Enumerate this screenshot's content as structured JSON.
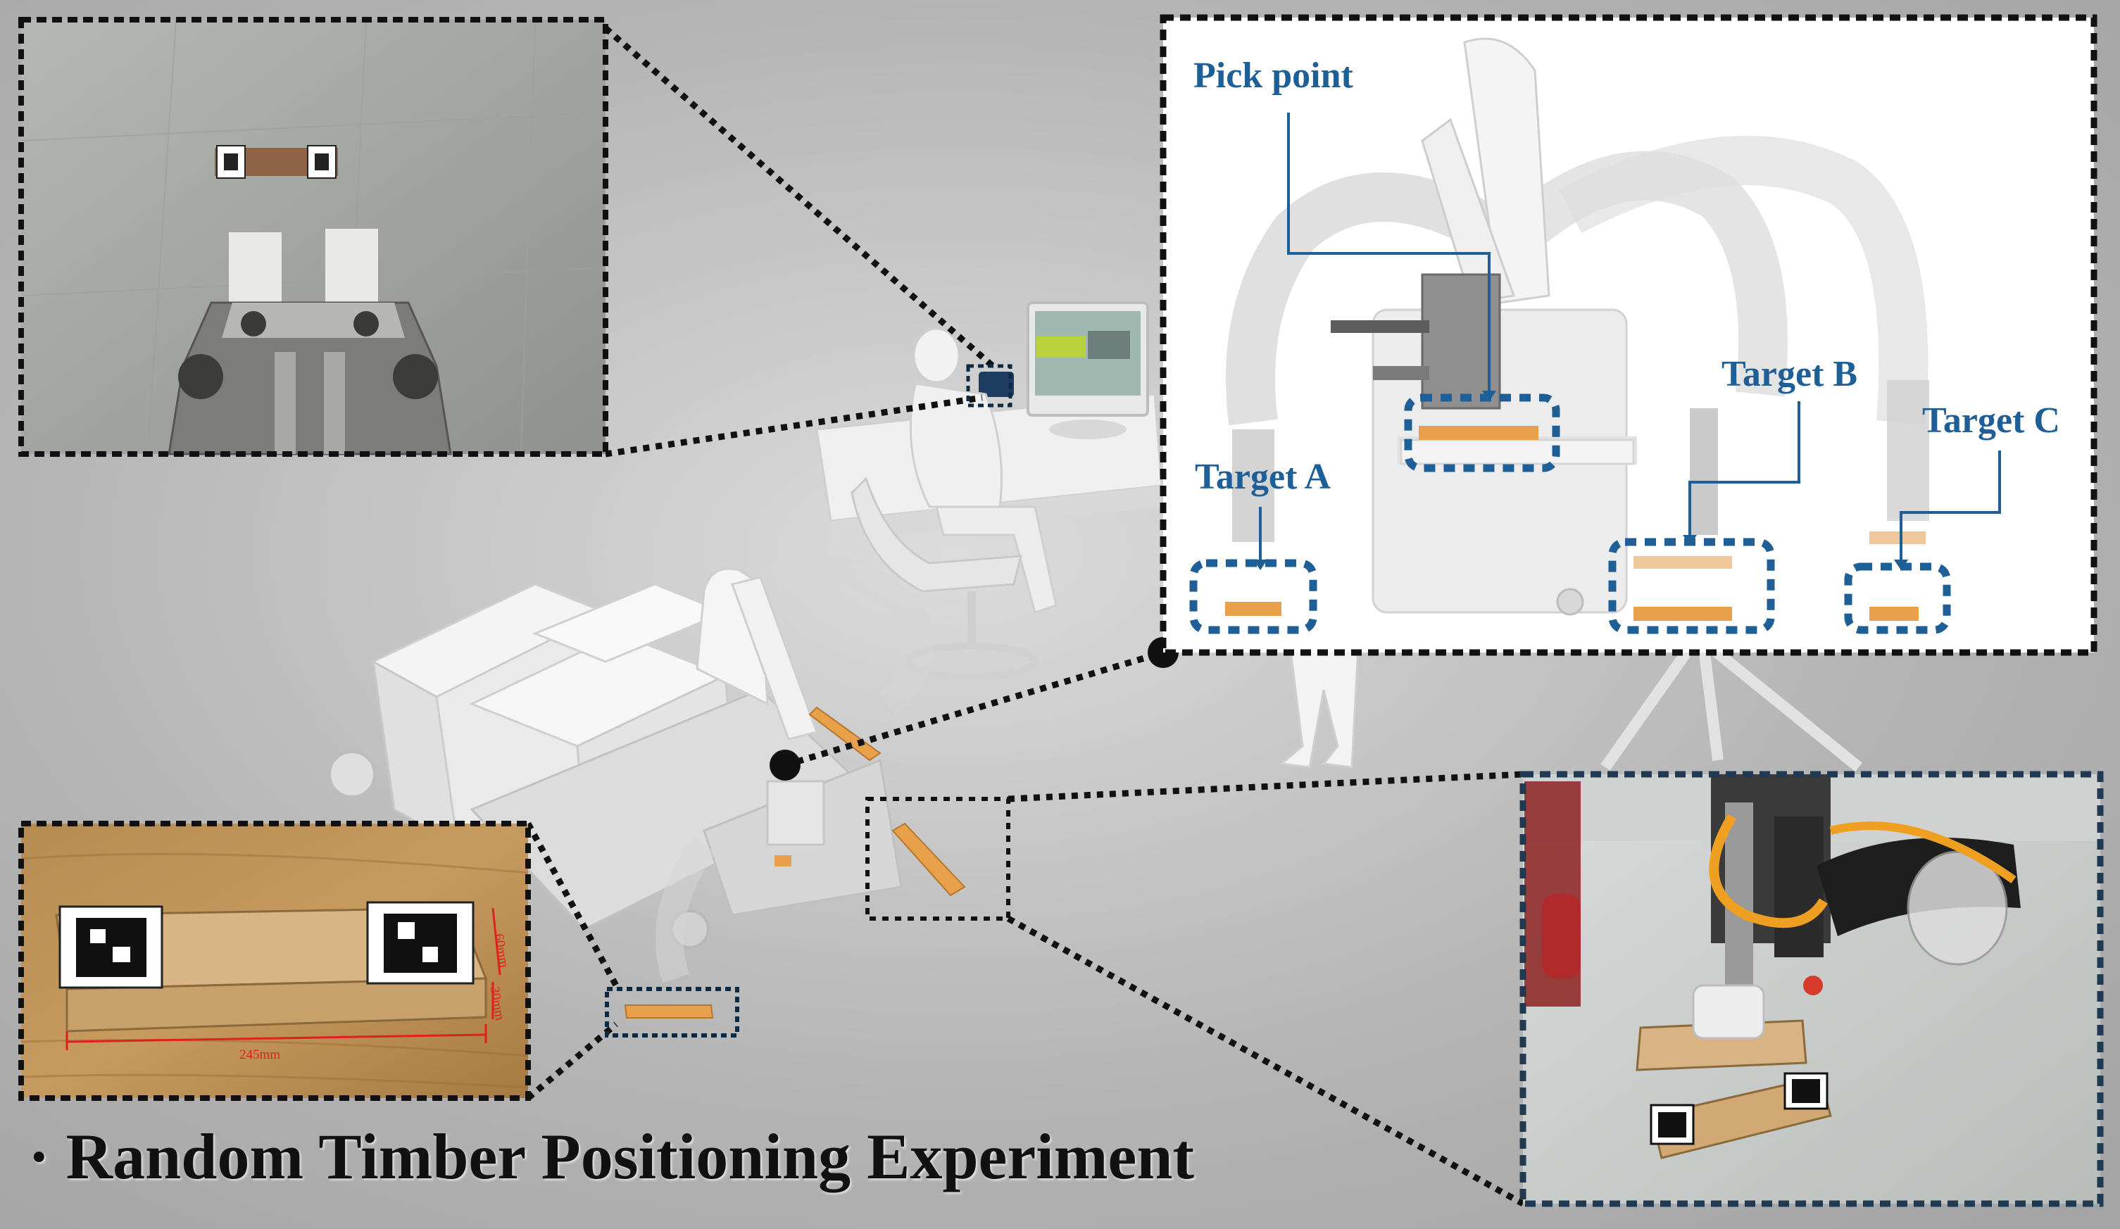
{
  "caption": "· Random Timber Positioning Experiment",
  "labels": {
    "pick_point": "Pick point",
    "target_a": "Target A",
    "target_b": "Target B",
    "target_c": "Target C"
  },
  "dimensions": {
    "length": "245mm",
    "width": "60mm",
    "height": "30mm"
  },
  "colors": {
    "label_blue": "#1f5f97",
    "timber_orange": "#e8a04a",
    "dimension_red": "#e02020",
    "scene_gray": "#a9a9a9"
  }
}
